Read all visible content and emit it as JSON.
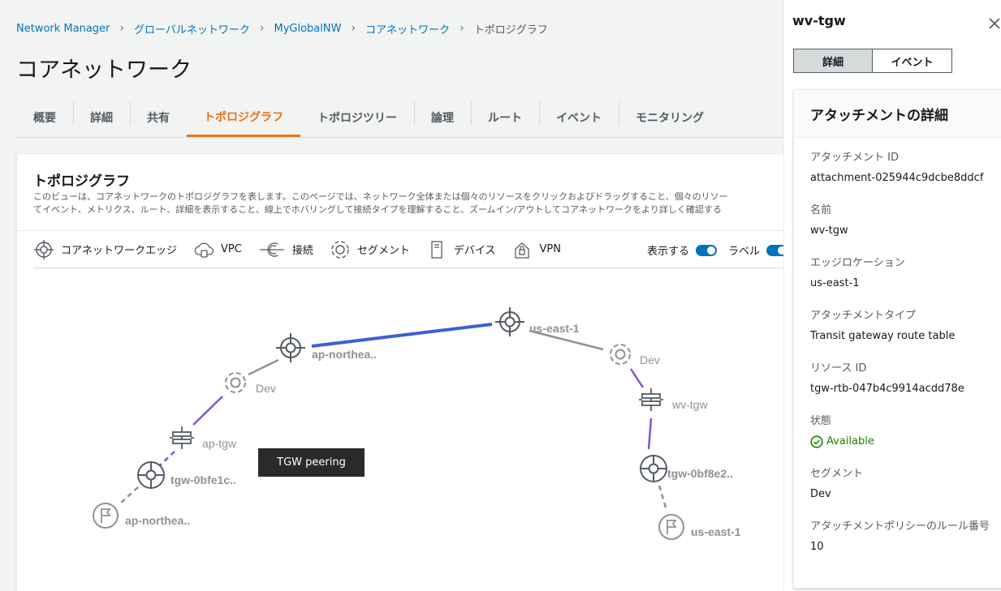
{
  "breadcrumb": [
    "Network Manager",
    "グローバルネットワーク",
    "MyGlobalNW",
    "コアネットワーク",
    "トポロジグラフ"
  ],
  "page_title": "コアネットワーク",
  "tabs": [
    {
      "label": "概要",
      "active": false
    },
    {
      "label": "詳細",
      "active": false
    },
    {
      "label": "共有",
      "active": false
    },
    {
      "label": "トポロジグラフ",
      "active": true
    },
    {
      "label": "トポロジツリー",
      "active": false
    },
    {
      "label": "論理",
      "active": false
    },
    {
      "label": "ルート",
      "active": false
    },
    {
      "label": "イベント",
      "active": false
    },
    {
      "label": "モニタリング",
      "active": false
    }
  ],
  "panel": {
    "title": "トポロジグラフ",
    "desc_line1": "このビューは、コアネットワークのトポロジグラフを表します。このページでは、ネットワーク全体または個々のリソースをクリックおよびドラッグすること、個々のリソー",
    "desc_line2": "てイベント、メトリクス、ルート、詳細を表示すること、線上でホバリングして接続タイプを理解すること、ズームイン/アウトしてコアネットワークをより詳しく確認する"
  },
  "legend": {
    "items": [
      {
        "label": "コアネットワークエッジ",
        "icon": "core-network-edge-icon"
      },
      {
        "label": "VPC",
        "icon": "vpc-icon"
      },
      {
        "label": "接続",
        "icon": "connect-icon"
      },
      {
        "label": "セグメント",
        "icon": "segment-icon"
      },
      {
        "label": "デバイス",
        "icon": "device-icon"
      },
      {
        "label": "VPN",
        "icon": "vpn-icon"
      }
    ],
    "show_label": "表示する",
    "labels_label": "ラベル"
  },
  "graph": {
    "nodes": {
      "edge_us": "us-east-1",
      "edge_ap": "ap-northea..",
      "seg_dev_right": "Dev",
      "seg_dev_left": "Dev",
      "tgw_wv": "wv-tgw",
      "tgw_ap": "ap-tgw",
      "edge_tgw_left": "tgw-0bfe1c..",
      "edge_tgw_right": "tgw-0bf8e2..",
      "flag_left": "ap-northea..",
      "flag_right": "us-east-1"
    },
    "tooltip": "TGW peering",
    "colors": {
      "blue": "#3d5fd8",
      "purple": "#8453d2",
      "gray": "#8d9294"
    }
  },
  "sidebar": {
    "title": "wv-tgw",
    "segmented": [
      {
        "label": "詳細",
        "active": true
      },
      {
        "label": "イベント",
        "active": false
      }
    ],
    "detail_heading": "アタッチメントの詳細",
    "fields": [
      {
        "label": "アタッチメント ID",
        "value": "attachment-025944c9dcbe8ddcf"
      },
      {
        "label": "名前",
        "value": "wv-tgw"
      },
      {
        "label": "エッジロケーション",
        "value": "us-east-1"
      },
      {
        "label": "アタッチメントタイプ",
        "value": "Transit gateway route table"
      },
      {
        "label": "リソース ID",
        "value": "tgw-rtb-047b4c9914acdd78e"
      },
      {
        "label": "状態",
        "value": "Available"
      },
      {
        "label": "セグメント",
        "value": "Dev"
      },
      {
        "label": "アタッチメントポリシーのルール番号",
        "value": "10"
      }
    ]
  }
}
